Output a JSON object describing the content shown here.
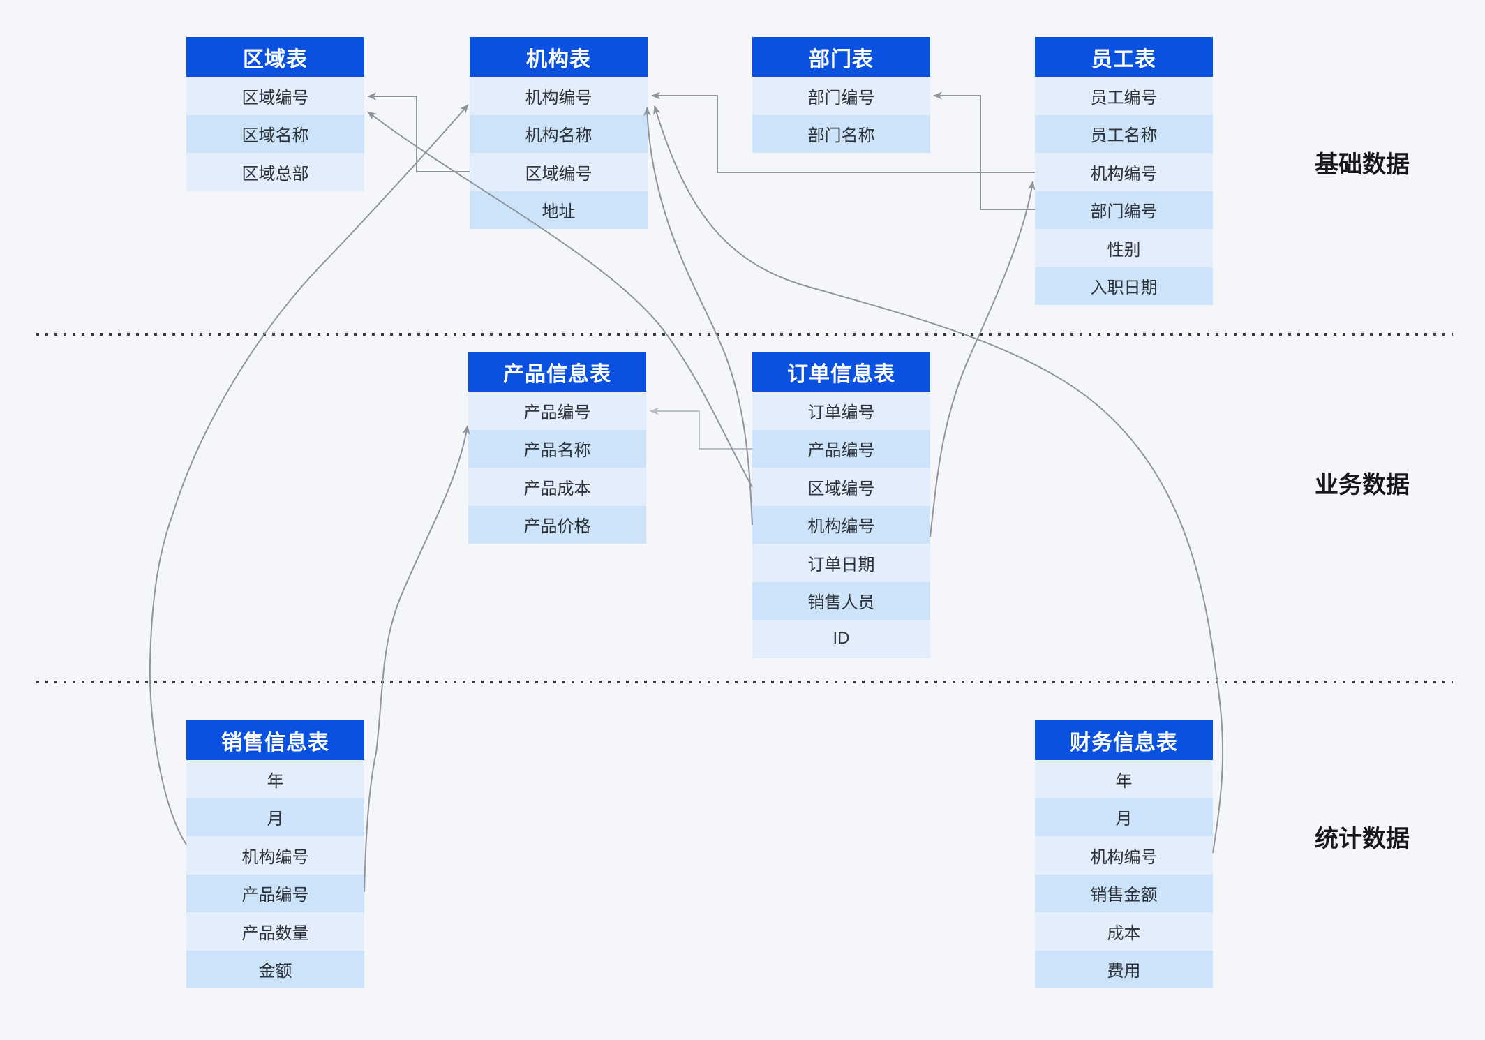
{
  "sections": [
    {
      "id": "base",
      "label": "基础数据"
    },
    {
      "id": "business",
      "label": "业务数据"
    },
    {
      "id": "stats",
      "label": "统计数据"
    }
  ],
  "tables": [
    {
      "id": "region",
      "title": "区域表",
      "section": "base",
      "fields": [
        "区域编号",
        "区域名称",
        "区域总部"
      ]
    },
    {
      "id": "org",
      "title": "机构表",
      "section": "base",
      "fields": [
        "机构编号",
        "机构名称",
        "区域编号",
        "地址"
      ]
    },
    {
      "id": "dept",
      "title": "部门表",
      "section": "base",
      "fields": [
        "部门编号",
        "部门名称"
      ]
    },
    {
      "id": "emp",
      "title": "员工表",
      "section": "base",
      "fields": [
        "员工编号",
        "员工名称",
        "机构编号",
        "部门编号",
        "性别",
        "入职日期"
      ]
    },
    {
      "id": "product",
      "title": "产品信息表",
      "section": "business",
      "fields": [
        "产品编号",
        "产品名称",
        "产品成本",
        "产品价格"
      ]
    },
    {
      "id": "order",
      "title": "订单信息表",
      "section": "business",
      "fields": [
        "订单编号",
        "产品编号",
        "区域编号",
        "机构编号",
        "订单日期",
        "销售人员",
        "ID"
      ]
    },
    {
      "id": "sales",
      "title": "销售信息表",
      "section": "stats",
      "fields": [
        "年",
        "月",
        "机构编号",
        "产品编号",
        "产品数量",
        "金额"
      ]
    },
    {
      "id": "finance",
      "title": "财务信息表",
      "section": "stats",
      "fields": [
        "年",
        "月",
        "机构编号",
        "销售金额",
        "成本",
        "费用"
      ]
    }
  ],
  "relations": [
    {
      "id": "org-region",
      "from": "机构表.区域编号",
      "to": "区域表.区域编号"
    },
    {
      "id": "emp-org",
      "from": "员工表.机构编号",
      "to": "机构表.机构编号"
    },
    {
      "id": "emp-dept",
      "from": "员工表.部门编号",
      "to": "部门表.部门编号"
    },
    {
      "id": "order-product",
      "from": "订单信息表.产品编号",
      "to": "产品信息表.产品编号"
    },
    {
      "id": "order-region",
      "from": "订单信息表.区域编号",
      "to": "区域表.区域编号"
    },
    {
      "id": "order-org",
      "from": "订单信息表.机构编号",
      "to": "机构表.机构编号"
    },
    {
      "id": "order-emp",
      "from": "订单信息表.机构编号",
      "to": "员工表.机构编号"
    },
    {
      "id": "sales-org",
      "from": "销售信息表.机构编号",
      "to": "机构表.机构编号"
    },
    {
      "id": "sales-product",
      "from": "销售信息表.产品编号",
      "to": "产品信息表.产品编号"
    },
    {
      "id": "finance-org",
      "from": "财务信息表.机构编号",
      "to": "机构表.机构编号"
    }
  ],
  "colors": {
    "background": "#f5f6fa",
    "table_header_bg": "#0b51e0",
    "table_header_text": "#ffffff",
    "row_light": "#e3edfb",
    "row_dark": "#cce3fa",
    "row_text": "#2f343b",
    "connector": "#8f959d",
    "connector_light": "#b7bec7",
    "separator_dots": "#3b3b3b",
    "section_label_text": "#16181b"
  }
}
